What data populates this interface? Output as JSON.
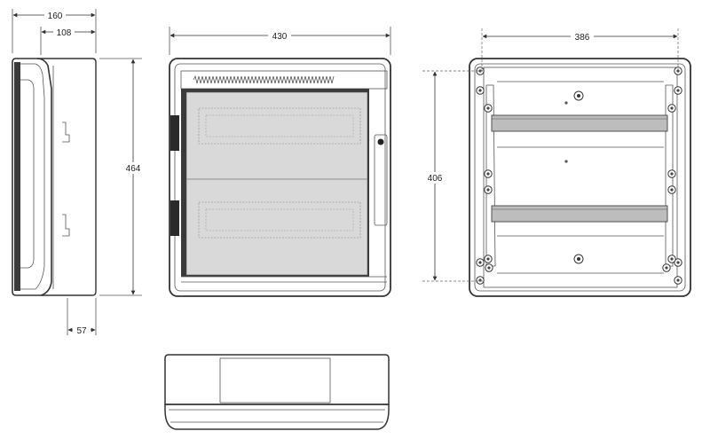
{
  "dimensions": {
    "side_depth_total": "160",
    "side_depth_body": "108",
    "height": "464",
    "side_small": "57",
    "front_width": "430",
    "rear_width": "386",
    "rear_height": "406"
  },
  "colors": {
    "stroke": "#333333",
    "frame_dark": "#3a3a3a",
    "window_fill": "#d9d9d9",
    "rail_fill": "#bdbdbd",
    "hinge_fill": "#2a2a2a"
  }
}
